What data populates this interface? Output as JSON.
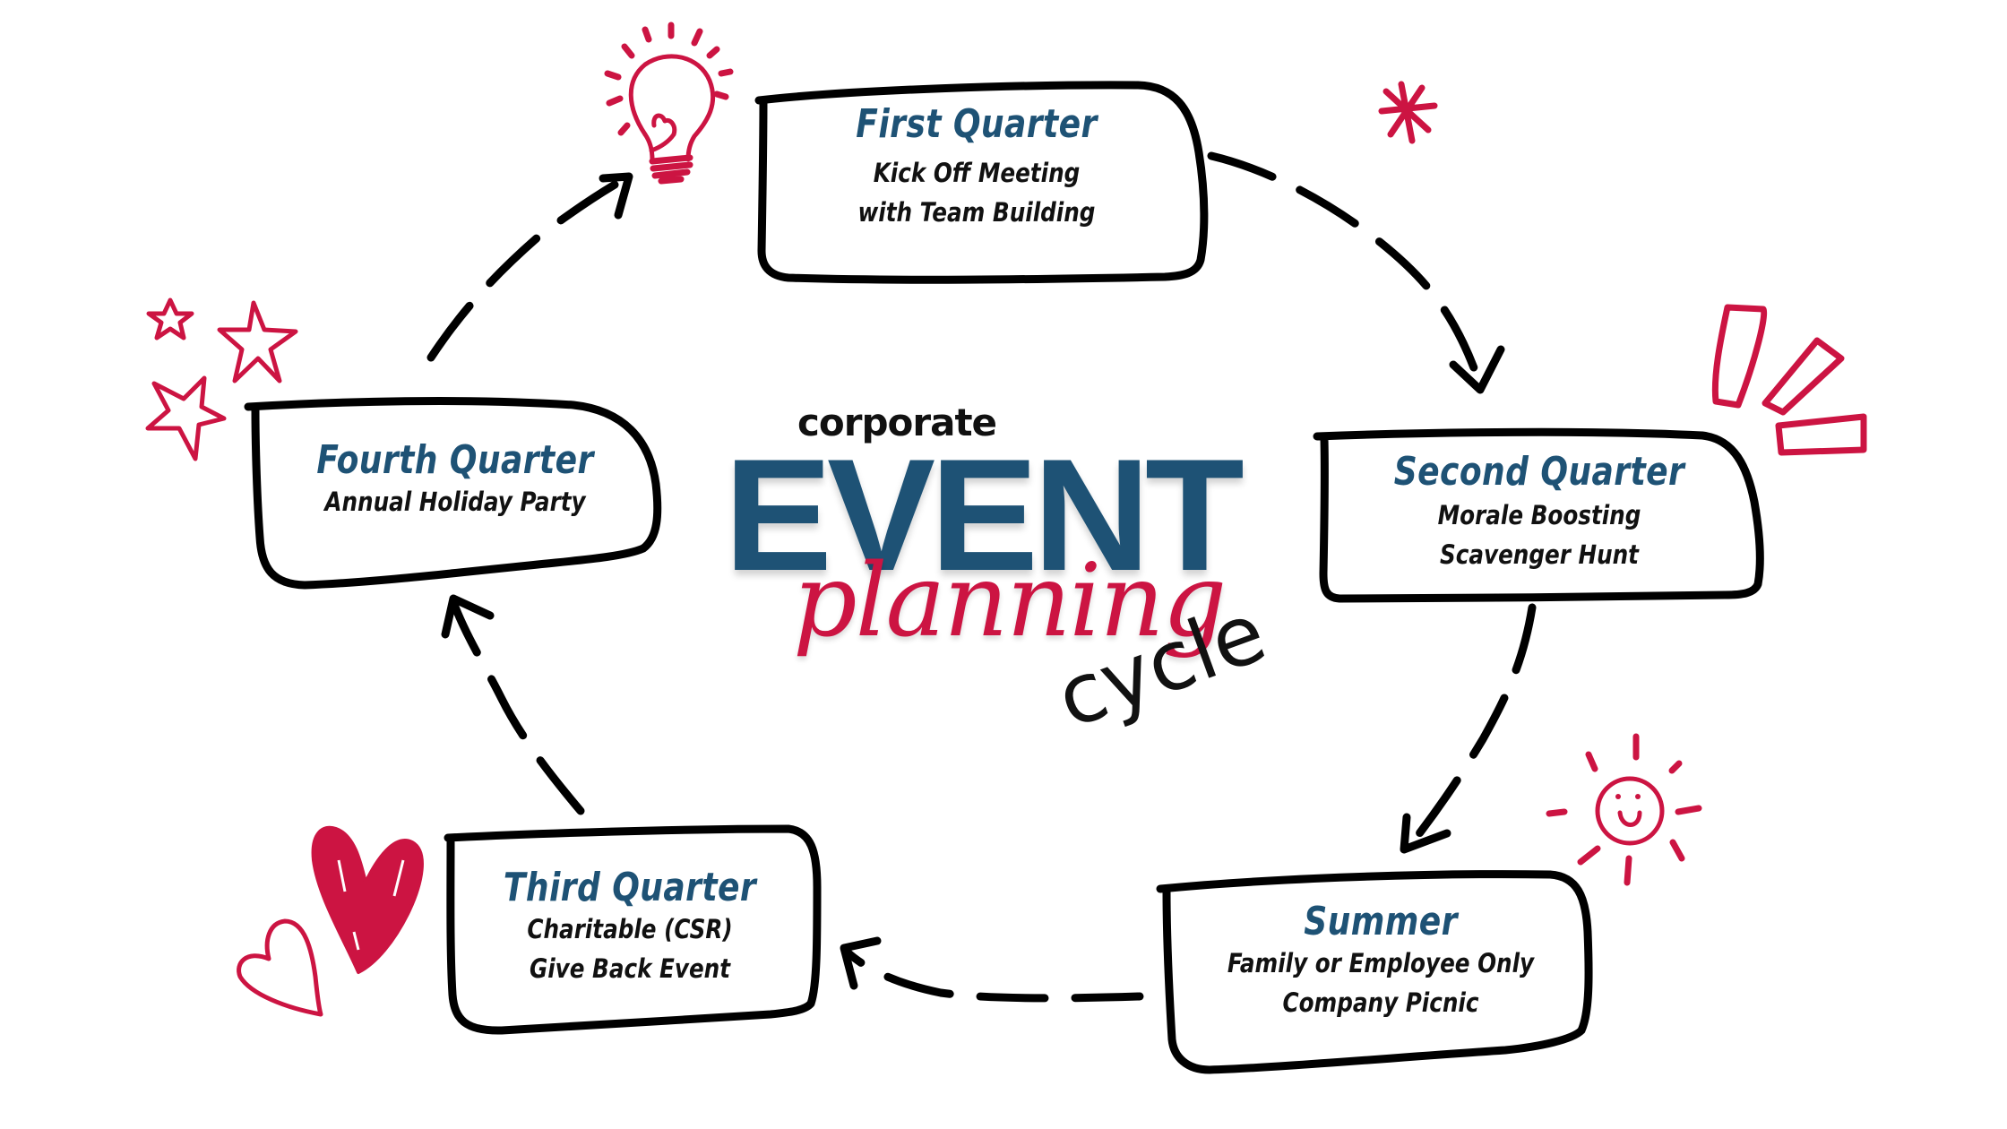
{
  "title": {
    "line1": "corporate",
    "line2": "EVENT",
    "line3": "planning",
    "line4": "cycle"
  },
  "colors": {
    "heading_blue": "#1e5275",
    "accent_red": "#cc1442",
    "ink": "#000000",
    "background": "#ffffff"
  },
  "stages": [
    {
      "id": "q1",
      "title": "First Quarter",
      "lines": [
        "Kick Off Meeting",
        "with Team Building"
      ]
    },
    {
      "id": "q2",
      "title": "Second Quarter",
      "lines": [
        "Morale Boosting",
        "Scavenger Hunt"
      ]
    },
    {
      "id": "summer",
      "title": "Summer",
      "lines": [
        "Family or Employee Only",
        "Company Picnic"
      ]
    },
    {
      "id": "q3",
      "title": "Third Quarter",
      "lines": [
        "Charitable (CSR)",
        "Give Back Event"
      ]
    },
    {
      "id": "q4",
      "title": "Fourth Quarter",
      "lines": [
        "Annual Holiday Party"
      ]
    }
  ],
  "flow": [
    "First Quarter",
    "Second Quarter",
    "Summer",
    "Third Quarter",
    "Fourth Quarter",
    "First Quarter"
  ],
  "decorations": [
    "lightbulb-icon",
    "asterisk-icon",
    "emphasis-marks-icon",
    "sun-icon",
    "heart-icon",
    "stars-icon"
  ]
}
